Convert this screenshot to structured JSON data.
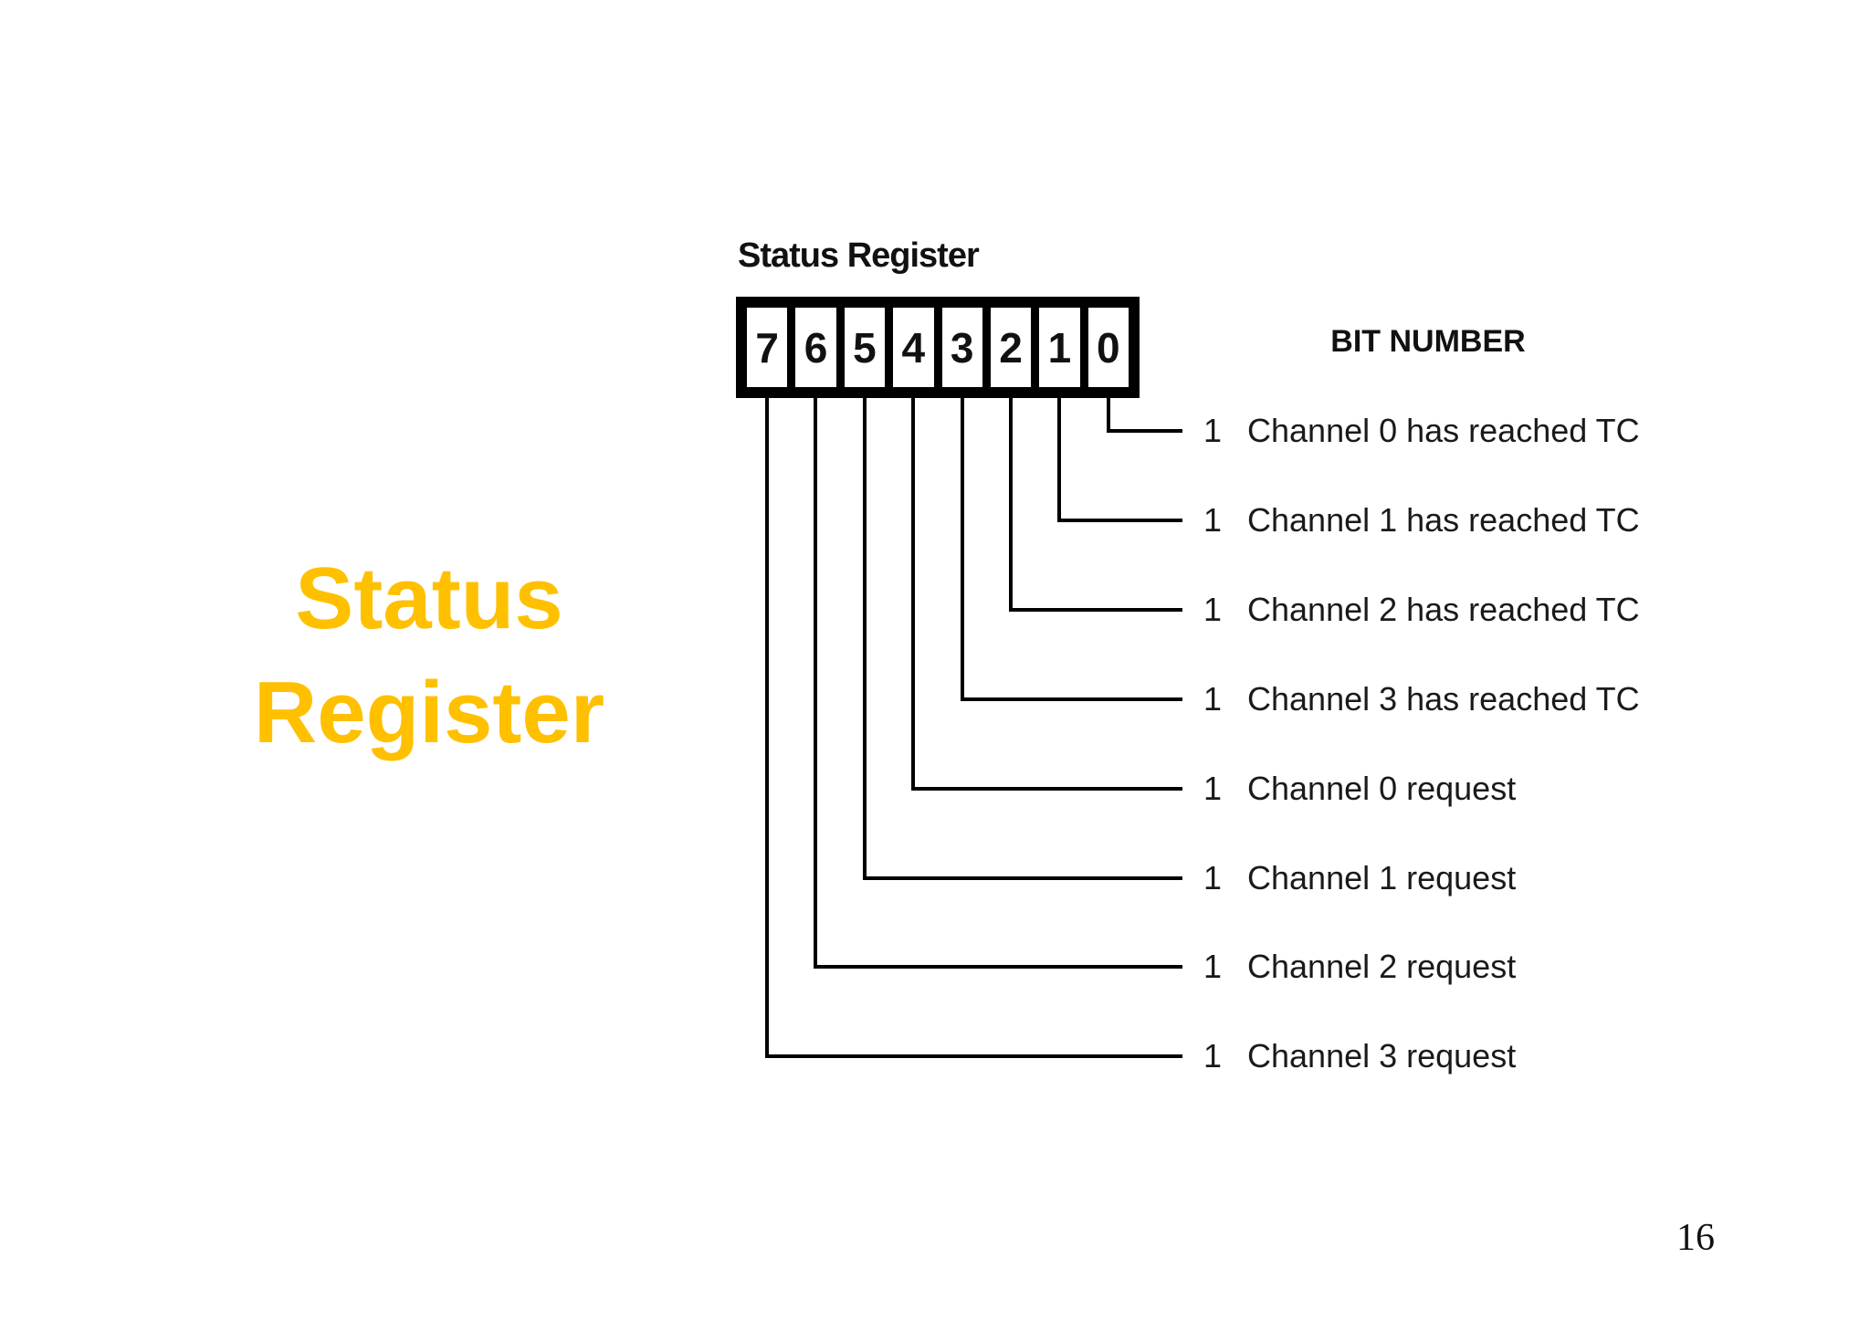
{
  "slide": {
    "title": {
      "line1": "Status",
      "line2": "Register",
      "color": "#FFC000"
    },
    "page_number": "16"
  },
  "diagram": {
    "register_label": "Status Register",
    "bit_number_header": "BIT NUMBER",
    "bits": [
      "7",
      "6",
      "5",
      "4",
      "3",
      "2",
      "1",
      "0"
    ],
    "rows": [
      {
        "bit": "0",
        "value": "1",
        "label": "Channel 0 has reached TC"
      },
      {
        "bit": "1",
        "value": "1",
        "label": "Channel 1 has reached TC"
      },
      {
        "bit": "2",
        "value": "1",
        "label": "Channel 2 has reached TC"
      },
      {
        "bit": "3",
        "value": "1",
        "label": "Channel 3 has reached TC"
      },
      {
        "bit": "4",
        "value": "1",
        "label": "Channel 0 request"
      },
      {
        "bit": "5",
        "value": "1",
        "label": "Channel 1 request"
      },
      {
        "bit": "6",
        "value": "1",
        "label": "Channel 2 request"
      },
      {
        "bit": "7",
        "value": "1",
        "label": "Channel 3 request"
      }
    ],
    "line_color": "#000000",
    "text_color": "#1a1a1a"
  }
}
